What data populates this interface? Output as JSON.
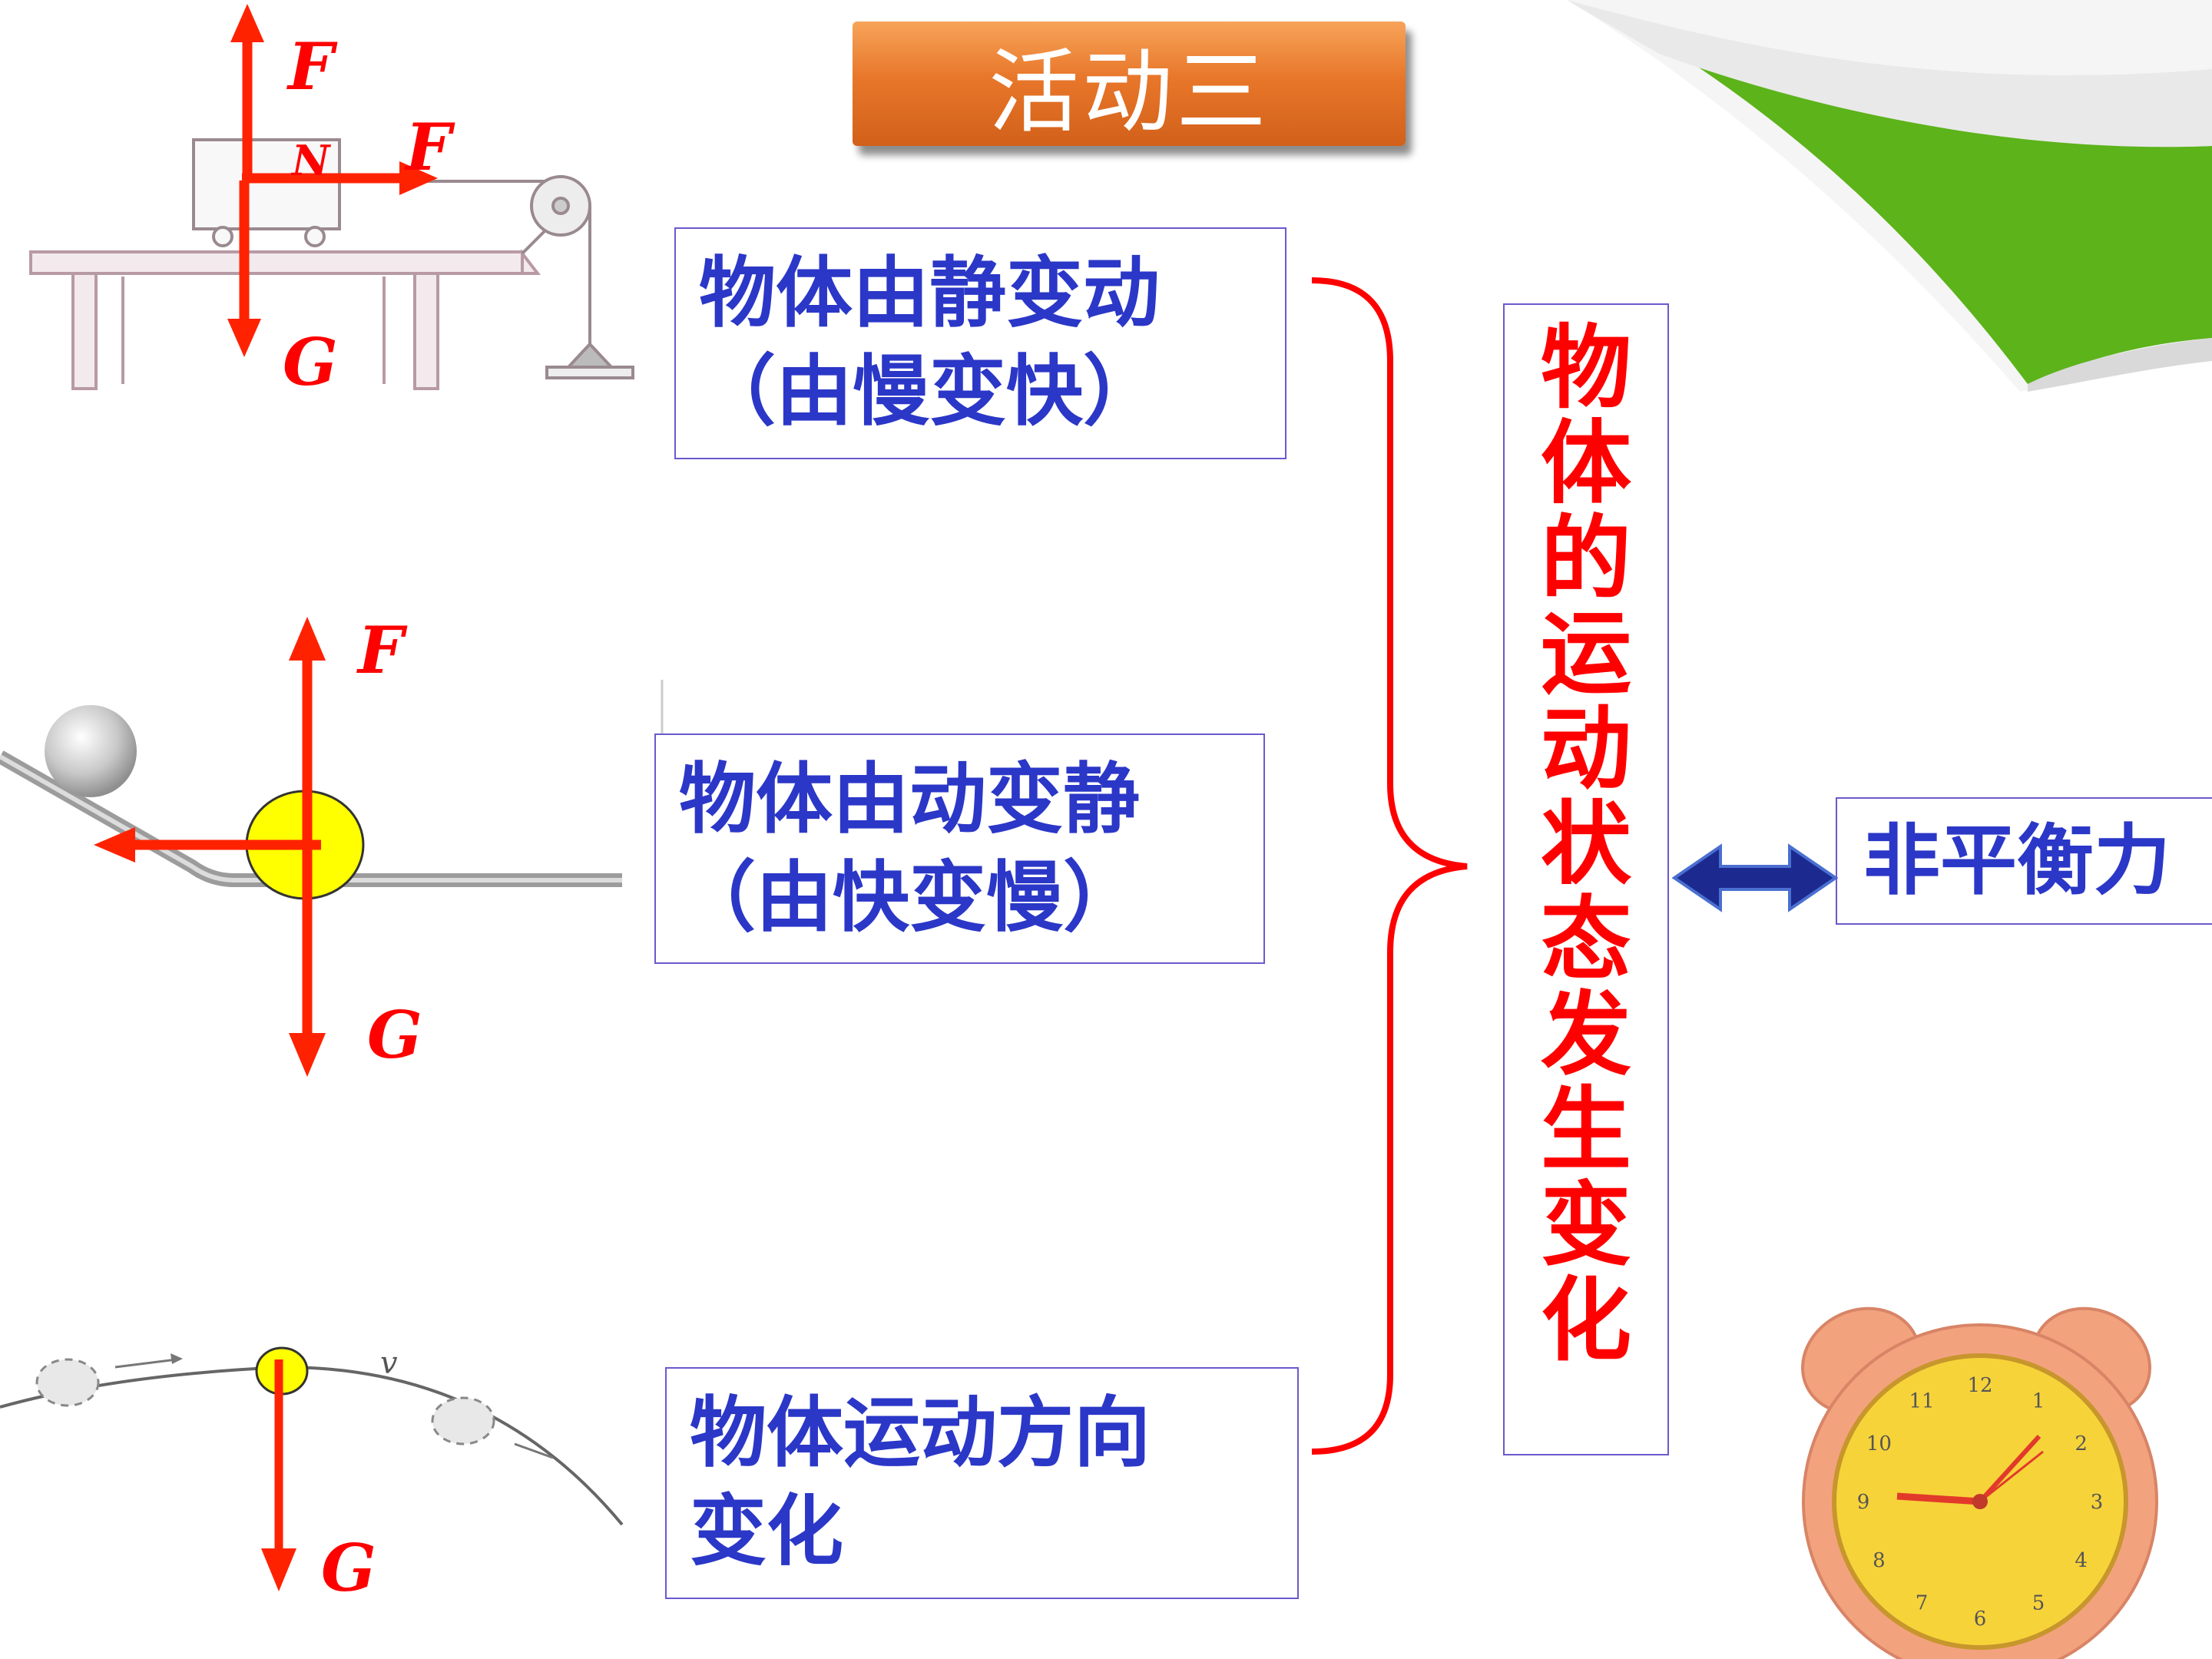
{
  "title": "活动三",
  "cases": [
    {
      "lines": [
        "物体由静变动",
        "（由慢变快）"
      ]
    },
    {
      "lines": [
        "物体由动变静",
        "（由快变慢）"
      ]
    },
    {
      "lines": [
        "物体运动方向",
        "变化"
      ]
    }
  ],
  "conclusion": [
    "物",
    "体",
    "的",
    "运",
    "动",
    "状",
    "态",
    "发",
    "生",
    "变",
    "化"
  ],
  "result": "非平衡力",
  "diagram1": {
    "f_up": "F",
    "n_sub": "N",
    "f_right": "F",
    "g": "G"
  },
  "diagram2": {
    "f": "F",
    "g": "G"
  },
  "diagram3": {
    "v": "v",
    "g": "G"
  },
  "clock": {
    "numbers": [
      "12",
      "1",
      "2",
      "3",
      "4",
      "5",
      "6",
      "7",
      "8",
      "9",
      "10",
      "11"
    ]
  },
  "colors": {
    "force": "#ff0000",
    "text_blue": "#2b37c7",
    "banner": "#e8772a",
    "double_arrow": "#1c2a8f",
    "leaf": "#5cb31a",
    "clock_body": "#f3a27e",
    "clock_face": "#f7d33a"
  }
}
